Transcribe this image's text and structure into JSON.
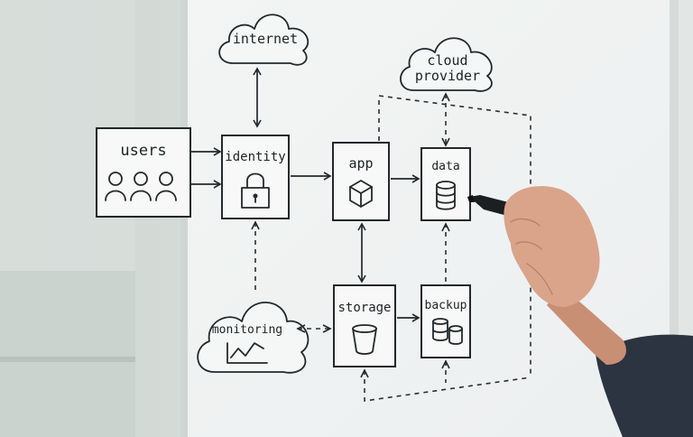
{
  "nodes": {
    "internet": {
      "label": "internet"
    },
    "cloud_provider": {
      "line1": "cloud",
      "line2": "provider"
    },
    "users": {
      "label": "users"
    },
    "identity": {
      "label": "identity"
    },
    "app": {
      "label": "app"
    },
    "data": {
      "label": "data"
    },
    "monitoring": {
      "label": "monitoring"
    },
    "storage": {
      "label": "storage"
    },
    "backup": {
      "label": "backup"
    }
  },
  "colors": {
    "ink": "#23282b",
    "board": "#f4f6f5",
    "skin": "#d9a48a",
    "sleeve": "#2b3440"
  }
}
